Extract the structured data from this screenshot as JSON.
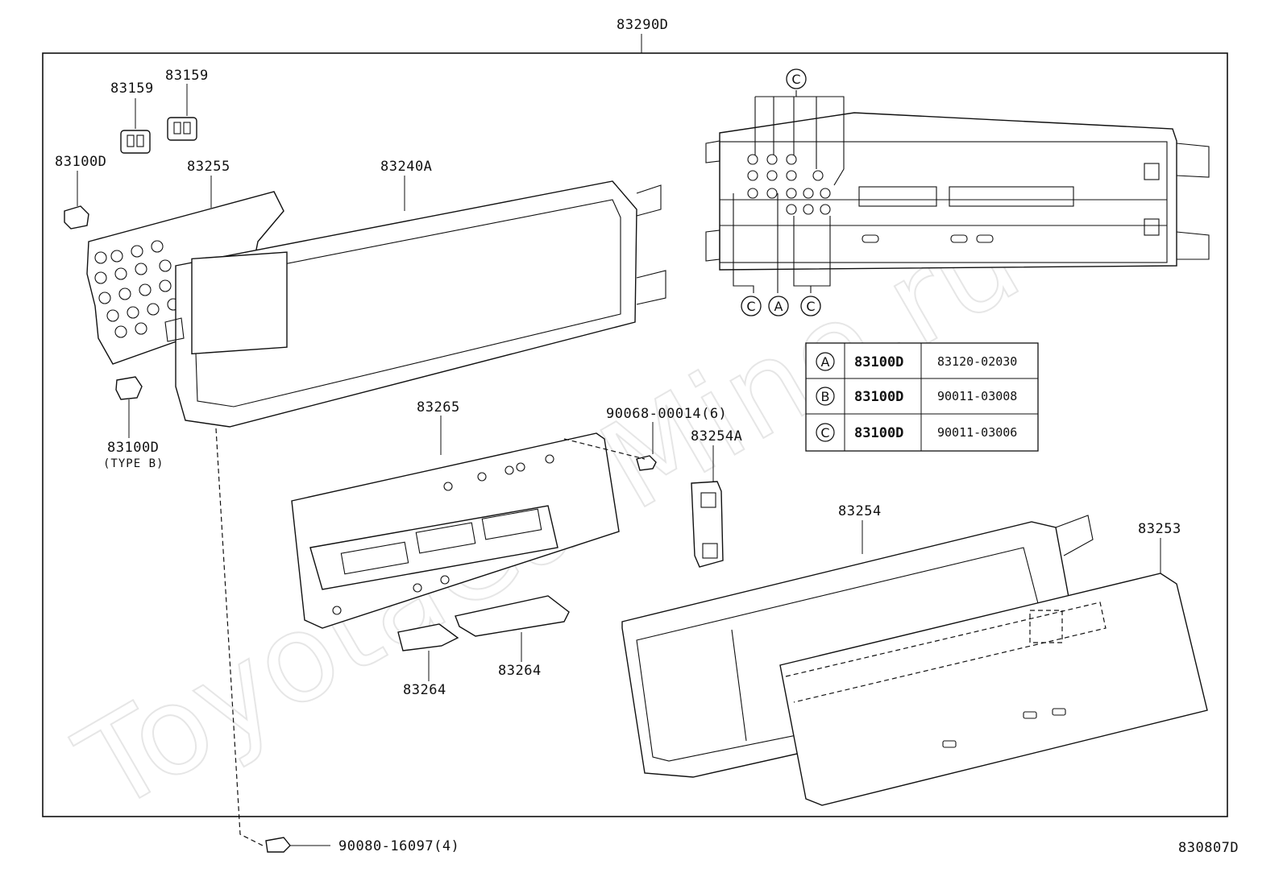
{
  "watermark": "ToyotaCarMine.ru",
  "diagram_code": "830807D",
  "labels": {
    "assembly": "83290D",
    "clip1": "83159",
    "clip2": "83159",
    "socket_top": "83100D",
    "circuit_plate": "83255",
    "housing": "83240A",
    "socket_bottom": "83100D",
    "socket_bottom_type": "(TYPE B)",
    "display_board": "83265",
    "screw_small": "90068-00014(6)",
    "bracket": "83254A",
    "glass_panel": "83254",
    "front_cover": "83253",
    "cover_a": "83264",
    "cover_b": "83264",
    "screw_bottom": "90080-16097(4)"
  },
  "callouts": {
    "c_top": "C",
    "c_bottom_left": "C",
    "a_bottom": "A",
    "c_bottom_right": "C"
  },
  "legend_table": {
    "rows": [
      {
        "symbol": "A",
        "part": "83100D",
        "number": "83120-02030"
      },
      {
        "symbol": "B",
        "part": "83100D",
        "number": "90011-03008"
      },
      {
        "symbol": "C",
        "part": "83100D",
        "number": "90011-03006"
      }
    ]
  }
}
